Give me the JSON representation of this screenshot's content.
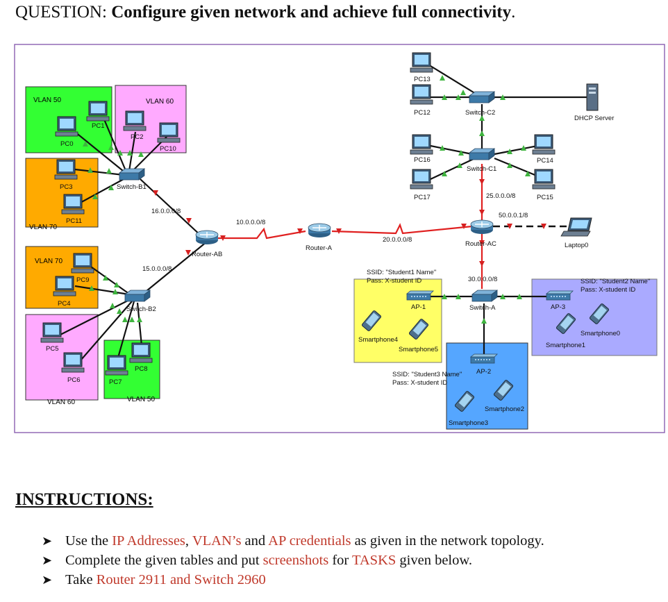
{
  "question": {
    "prefix": "QUESTION: ",
    "text": "Configure given network and achieve full connectivity",
    "suffix": "."
  },
  "diagram": {
    "vlans": {
      "v50a": "VLAN 50",
      "v60a": "VLAN 60",
      "v70a": "VLAN 70",
      "v70b": "VLAN 70",
      "v60b": "VLAN 60",
      "v50b": "VLAN 50"
    },
    "pcs": {
      "pc0": "PC0",
      "pc1": "PC1",
      "pc2": "PC2",
      "pc10": "PC10",
      "pc3": "PC3",
      "pc11": "PC11",
      "pc9": "PC9",
      "pc4": "PC4",
      "pc5": "PC5",
      "pc6": "PC6",
      "pc7": "PC7",
      "pc8": "PC8",
      "pc13": "PC13",
      "pc12": "PC12",
      "pc16": "PC16",
      "pc14": "PC14",
      "pc17": "PC17",
      "pc15": "PC15"
    },
    "switches": {
      "b1": "Switch-B1",
      "b2": "Switch-B2",
      "c1": "Switch-C1",
      "c2": "Switch-C2",
      "a": "Switch-A"
    },
    "routers": {
      "ab": "Router-AB",
      "a": "Router-A",
      "ac": "Router-AC"
    },
    "servers": {
      "dhcp": "DHCP Server"
    },
    "laptops": {
      "l0": "Laptop0"
    },
    "networks": {
      "n16": "16.0.0.0/8",
      "n10": "10.0.0.0/8",
      "n15": "15.0.0.0/8",
      "n20": "20.0.0.0/8",
      "n25": "25.0.0.0/8",
      "n50": "50.0.0.1/8",
      "n30": "30.0.0.0/8"
    },
    "aps": {
      "ap1": "AP-1",
      "ap2": "AP-2",
      "ap3": "AP-3",
      "ssid1": "SSID: \"Student1 Name\"",
      "pass1": "Pass: X-student ID",
      "ssid2": "SSID: \"Student2 Name\"",
      "pass2": "Pass: X-student ID",
      "ssid3": "SSID: \"Student3 Name\"",
      "pass3": "Pass: X-student ID"
    },
    "phones": {
      "p0": "Smartphone0",
      "p1": "Smartphone1",
      "p2": "Smartphone2",
      "p3": "Smartphone3",
      "p4": "Smartphone4",
      "p5": "Smartphone5"
    }
  },
  "instructions": {
    "heading": "INSTRUCTIONS:",
    "b1": {
      "a": "Use the ",
      "b": "IP Addresses",
      "c": ", ",
      "d": "VLAN’s",
      "e": " and ",
      "f": "AP credentials",
      "g": " as given in the network topology."
    },
    "b2": {
      "a": "Complete the given tables and put ",
      "b": "screenshots",
      "c": " for ",
      "d": "TASKS",
      "e": " given below."
    },
    "b3": {
      "a": "Take ",
      "b": "Router 2911 and Switch 2960"
    }
  },
  "colors": {
    "accent_red": "#c0392b",
    "link_red": "#e02020",
    "vlan50": "#33ff33",
    "vlan60": "#ffaaff",
    "vlan70": "#ffaa00",
    "ap1_zone": "#ffff66",
    "ap2_zone": "#55a6ff",
    "ap3_zone": "#aaaaff"
  }
}
